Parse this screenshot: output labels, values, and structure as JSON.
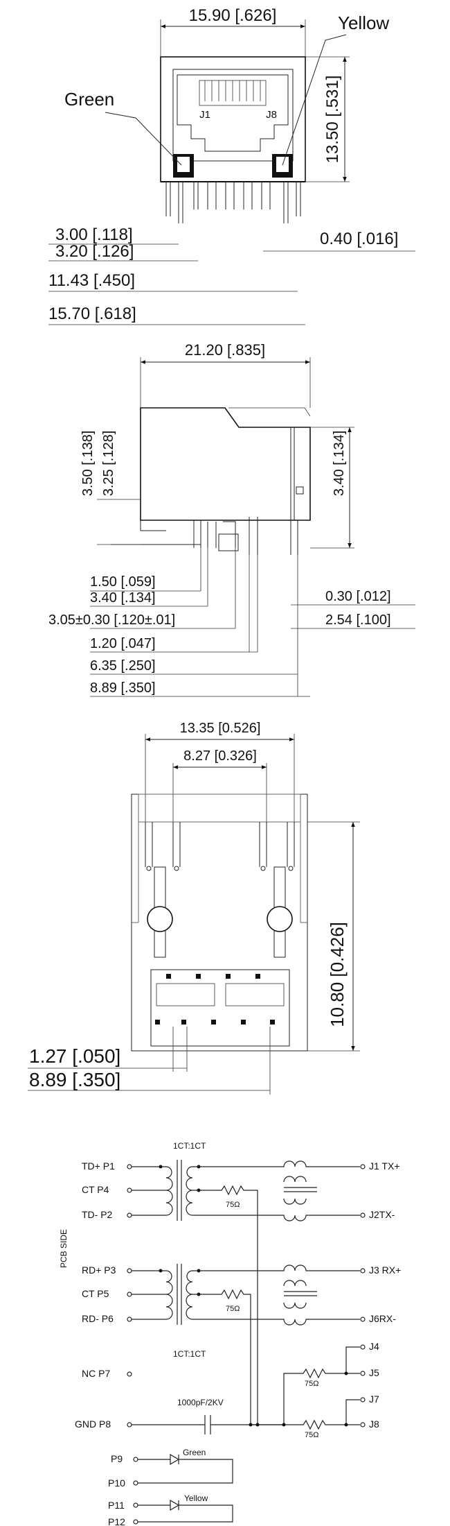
{
  "front_view": {
    "width": "15.90 [.626]",
    "height": "13.50 [.531]",
    "led_left": "Green",
    "led_right": "Yellow",
    "pin_left": "J1",
    "pin_right": "J8",
    "pin_pitch_a": "3.00 [.118]",
    "pin_pitch_b": "3.20 [.126]",
    "span_a": "11.43 [.450]",
    "span_b": "15.70 [.618]",
    "pin_width": "0.40 [.016]"
  },
  "side_view": {
    "length": "21.20 [.835]",
    "left_h1": "3.50 [.138]",
    "left_h2": "3.25 [.128]",
    "right_h": "3.40 [.134]",
    "d1": "1.50 [.059]",
    "d2": "3.40 [.134]",
    "d3": "3.05±0.30 [.120±.01]",
    "d4": "1.20 [.047]",
    "d5": "6.35 [.250]",
    "d6": "8.89 [.350]",
    "r1": "0.30 [.012]",
    "r2": "2.54 [.100]"
  },
  "bottom_view": {
    "width_a": "13.35 [0.526]",
    "width_b": "8.27 [0.326]",
    "height": "10.80 [0.426]",
    "pitch": "1.27 [.050]",
    "row": "8.89 [.350]"
  },
  "schematic": {
    "ratio_top": "1CT:1CT",
    "ratio_bottom": "1CT:1CT",
    "pcb_side": "PCB SIDE",
    "pins_left": [
      "TD+ P1",
      "CT  P4",
      "TD-  P2",
      "RD+ P3",
      "CT  P5",
      "RD-  P6",
      "NC  P7",
      "GND  P8"
    ],
    "pins_right": [
      "J1 TX+",
      "J2TX-",
      "J3 RX+",
      "J6RX-",
      "J4",
      "J5",
      "J7",
      "J8"
    ],
    "resistor": "75Ω",
    "capacitor": "1000pF/2KV",
    "led_pins": [
      "P9",
      "P10",
      "P11",
      "P12"
    ],
    "led_green": "Green",
    "led_yellow": "Yellow"
  }
}
